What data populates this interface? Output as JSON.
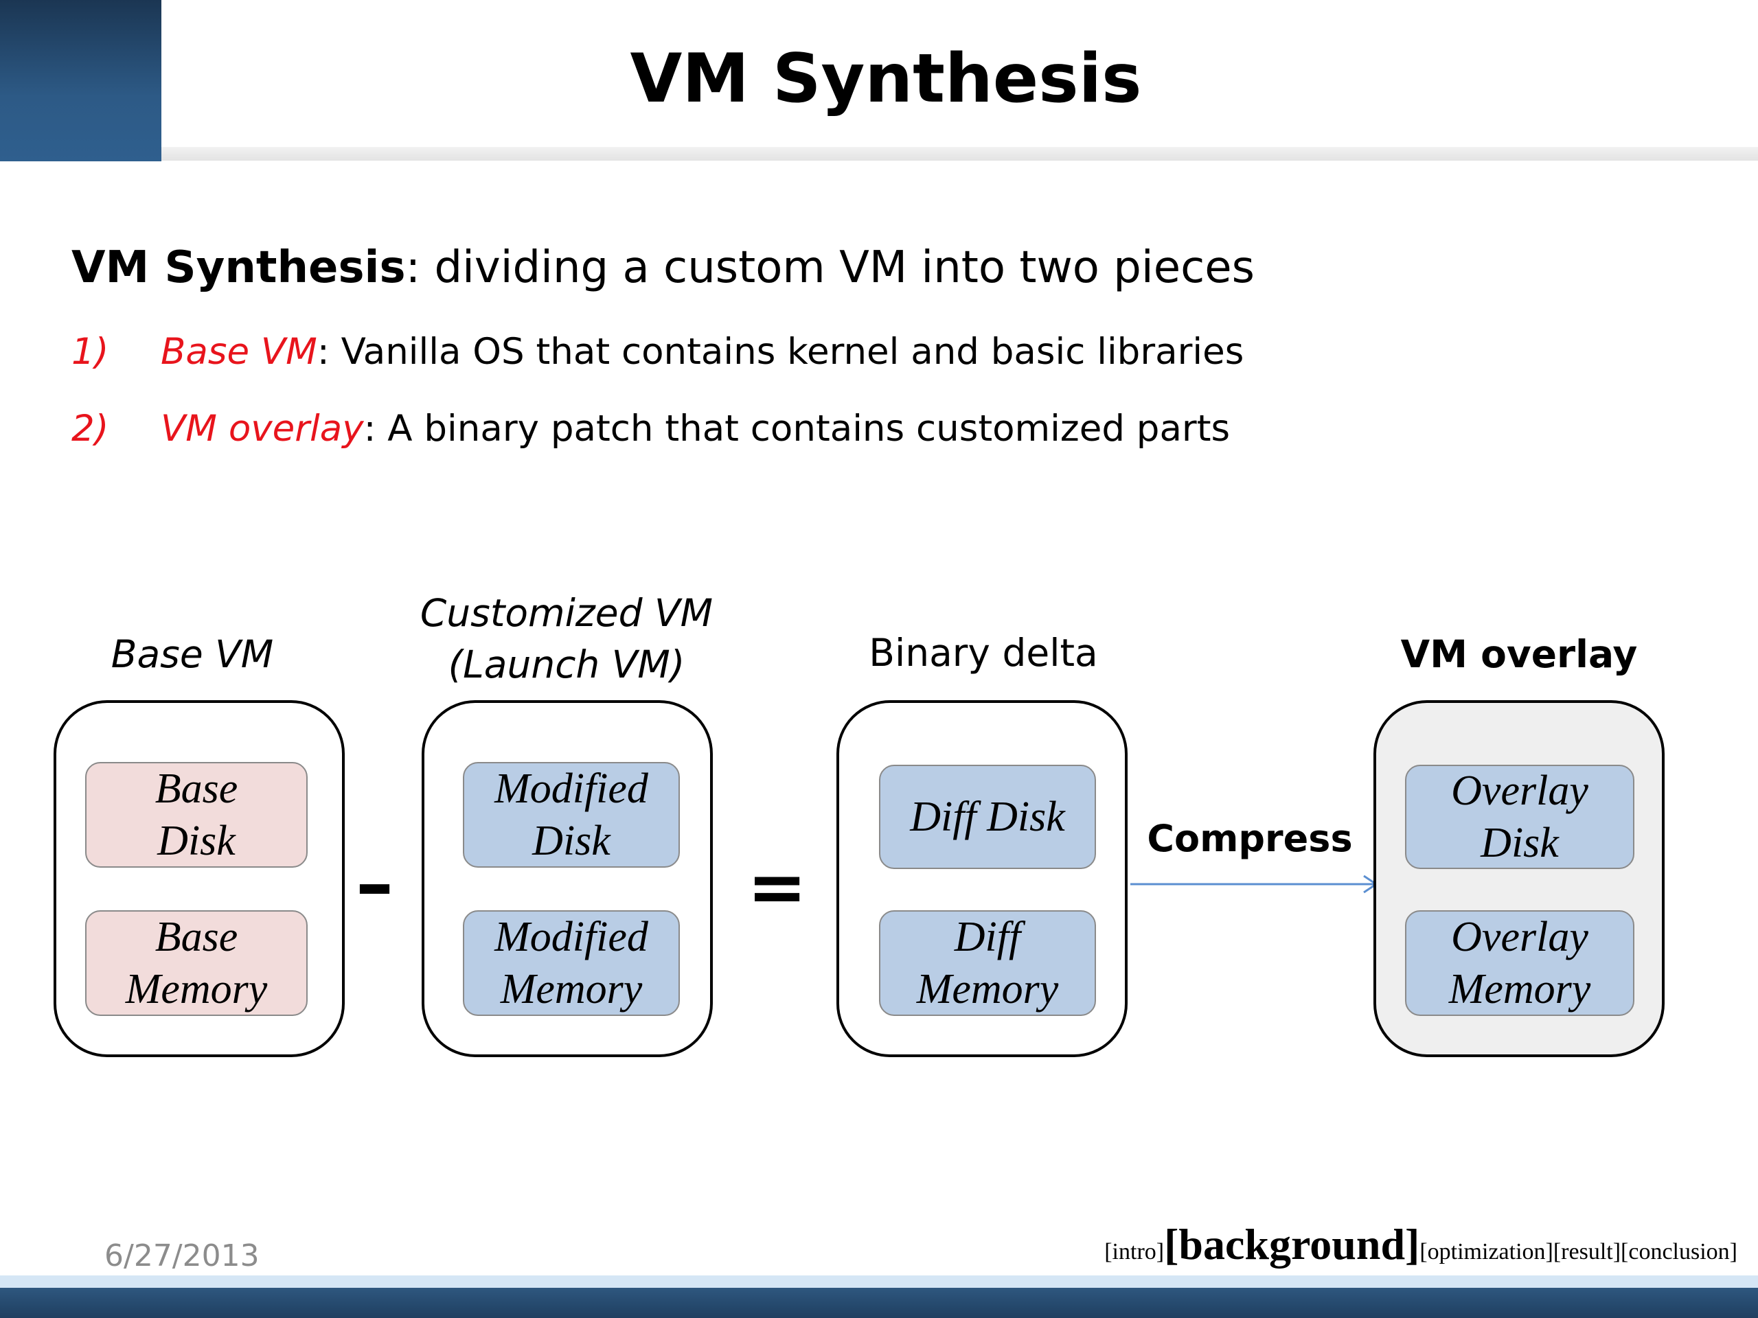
{
  "slide": {
    "title": "VM Synthesis",
    "intro": {
      "term": "VM Synthesis",
      "rest": ": dividing a custom VM into two pieces"
    },
    "bullets": [
      {
        "num": "1)",
        "term": "Base VM",
        "rest": ": Vanilla OS that contains kernel and basic libraries"
      },
      {
        "num": "2)",
        "term": "VM overlay",
        "rest": ": A binary patch that contains customized parts"
      }
    ]
  },
  "diagram": {
    "columns": {
      "base_vm": {
        "label": "Base VM",
        "parts": {
          "disk": "Base\nDisk",
          "memory": "Base\nMemory"
        }
      },
      "customized_vm": {
        "label_line1": "Customized VM",
        "label_line2": "(Launch VM)",
        "parts": {
          "disk": "Modified\nDisk",
          "memory": "Modified\nMemory"
        }
      },
      "binary_delta": {
        "label": "Binary delta",
        "parts": {
          "disk": "Diff Disk",
          "memory": "Diff\nMemory"
        }
      },
      "vm_overlay": {
        "label": "VM overlay",
        "parts": {
          "disk": "Overlay\nDisk",
          "memory": "Overlay\nMemory"
        }
      }
    },
    "minus_symbol": "–",
    "equals_symbol": "=",
    "compress_label": "Compress"
  },
  "footer": {
    "date": "6/27/2013",
    "nav": {
      "intro": "[intro]",
      "current": "[background]",
      "optimization": "[optimization]",
      "result": "[result]",
      "conclusion": "[conclusion]"
    }
  },
  "colors": {
    "accent_red": "#e8141c",
    "base_part_fill": "#f2dcdb",
    "vm_part_fill": "#b9cde5",
    "arrow": "#5b8fd1",
    "header_blue": "#2d5a86"
  }
}
